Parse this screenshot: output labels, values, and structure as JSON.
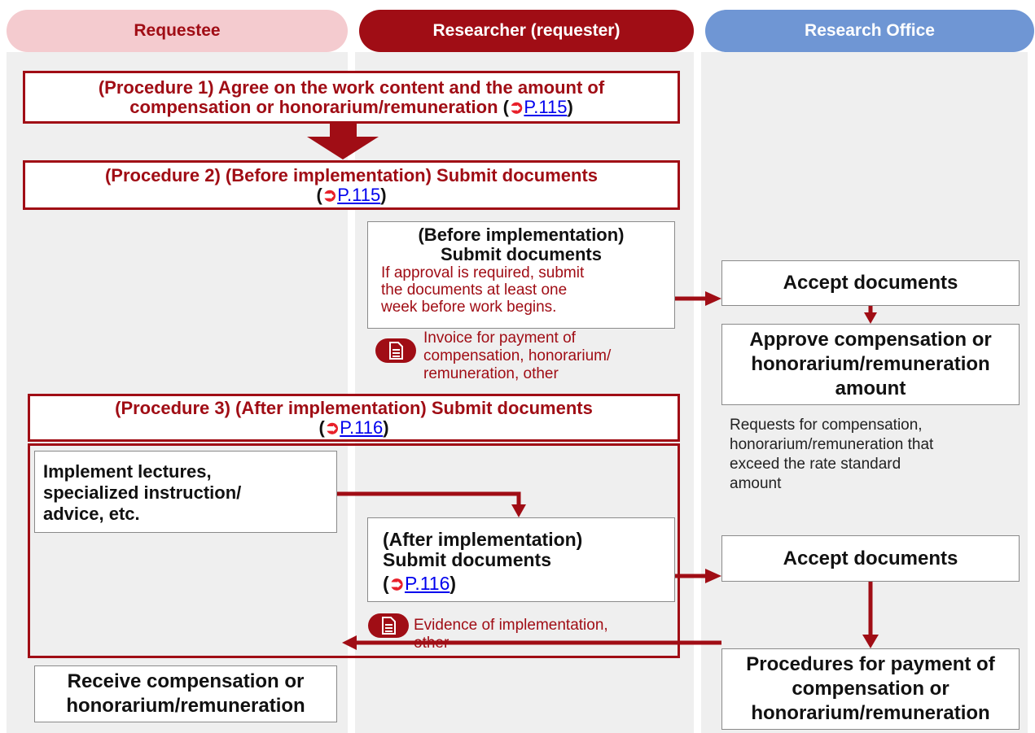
{
  "lanes": {
    "requestee": "Requestee",
    "researcher": "Researcher (requester)",
    "office": "Research Office"
  },
  "colors": {
    "requestee_header": "#f4cbcf",
    "requestee_text": "#a00d15",
    "researcher_header": "#a00d15",
    "office_header": "#6f96d4",
    "accent": "#a00d15"
  },
  "procedure1": {
    "line1": "(Procedure 1) Agree on the work content and the amount of",
    "line2": "compensation or honorarium/remuneration",
    "open": "(",
    "link": "P.115",
    "close": ")"
  },
  "procedure2": {
    "line1": "(Procedure 2) (Before implementation) Submit documents",
    "open": "(",
    "link": "P.115",
    "close": ")"
  },
  "procedure3": {
    "line1": "(Procedure 3) (After implementation) Submit documents",
    "open": "(",
    "link": "P.116",
    "close": ")"
  },
  "before_submit": {
    "title1": "(Before implementation)",
    "title2": "Submit documents",
    "note1": "If approval is required, submit",
    "note2": "the documents at least one",
    "note3": "week before work begins."
  },
  "invoice_note": {
    "line1": "Invoice for payment of",
    "line2": "compensation, honorarium/",
    "line3": "remuneration, other"
  },
  "accept_docs_1": "Accept documents",
  "approve": {
    "line1": "Approve compensation or",
    "line2": "honorarium/remuneration",
    "line3": "amount"
  },
  "approve_note": {
    "line1": "Requests for compensation,",
    "line2": "honorarium/remuneration that",
    "line3": "exceed the rate standard",
    "line4": "amount"
  },
  "implement": {
    "line1": "Implement lectures,",
    "line2": "specialized instruction/",
    "line3": "advice, etc."
  },
  "after_submit": {
    "line1": "(After implementation)",
    "line2": "Submit documents",
    "open": "(",
    "link": "P.116",
    "close": ")"
  },
  "evidence_note": {
    "line1": "Evidence of implementation,",
    "line2": "other"
  },
  "accept_docs_2": "Accept documents",
  "payment": {
    "line1": "Procedures for payment of",
    "line2": "compensation or",
    "line3": "honorarium/remuneration"
  },
  "receive": {
    "line1": "Receive compensation or",
    "line2": "honorarium/remuneration"
  },
  "icons": {
    "page_ref": "arrow-hook-icon",
    "document": "document-icon"
  }
}
